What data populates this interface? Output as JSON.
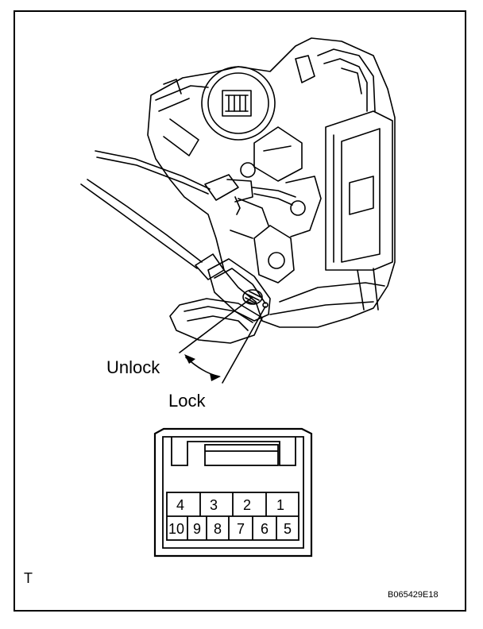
{
  "labels": {
    "unlock": "Unlock",
    "lock": "Lock",
    "corner_mark": "T",
    "figure_code": "B065429E18"
  },
  "connector": {
    "top_row": [
      "4",
      "3",
      "2",
      "1"
    ],
    "bottom_row": [
      "10",
      "9",
      "8",
      "7",
      "6",
      "5"
    ]
  }
}
